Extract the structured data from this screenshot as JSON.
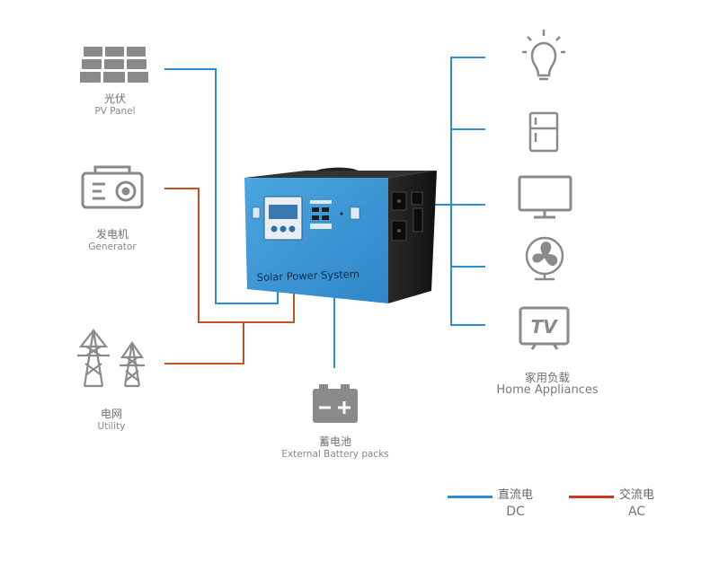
{
  "sources": {
    "pv": {
      "label_cn": "光伏",
      "label_en": "PV Panel",
      "icon": "solar-panel-icon"
    },
    "generator": {
      "label_cn": "发电机",
      "label_en": "Generator",
      "icon": "generator-icon"
    },
    "utility": {
      "label_cn": "电网",
      "label_en": "Utility",
      "icon": "power-tower-icon"
    }
  },
  "battery": {
    "label_cn": "蓄电池",
    "label_en": "External Battery packs",
    "icon": "battery-icon"
  },
  "device": {
    "name": "Solar Power System"
  },
  "loads": {
    "label_cn": "家用负载",
    "label_en": "Home Appliances",
    "items": [
      {
        "icon": "light-bulb-icon"
      },
      {
        "icon": "fridge-icon"
      },
      {
        "icon": "monitor-icon"
      },
      {
        "icon": "fan-icon"
      },
      {
        "icon": "tv-icon",
        "text": "TV"
      }
    ]
  },
  "legend": [
    {
      "label_cn": "直流电",
      "label_en": "DC",
      "color": "#2a8fd6"
    },
    {
      "label_cn": "交流电",
      "label_en": "AC",
      "color": "#c7391f"
    }
  ],
  "colors": {
    "dc": "#2a8fd6",
    "ac": "#c2551f",
    "icon": "#8a8a8a"
  }
}
